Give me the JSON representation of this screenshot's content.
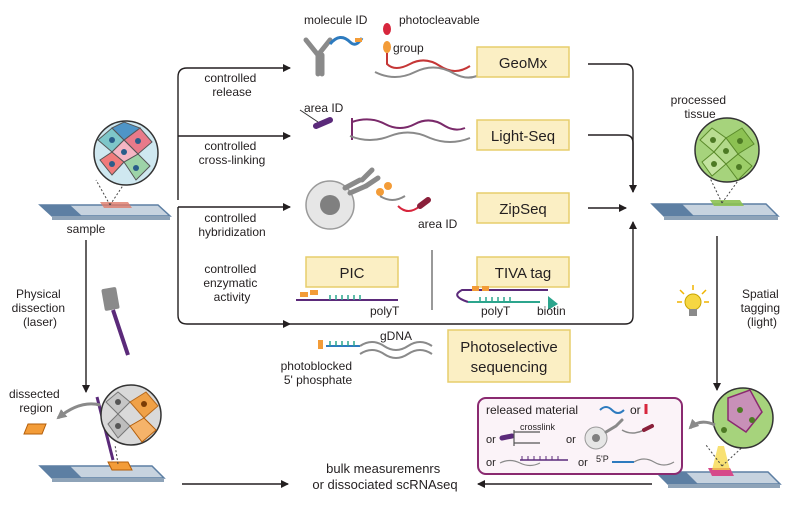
{
  "labels": {
    "molecule_id": "molecule ID",
    "photocleavable": "photocleavable",
    "group": "group",
    "controlled": "controlled",
    "release": "release",
    "area_id_top": "area ID",
    "cross_linking": "cross-linking",
    "area_id_bottom": "area ID",
    "hybridization": "hybridization",
    "enzymatic": "enzymatic",
    "activity": "activity",
    "polyt": "polyT",
    "biotin": "biotin",
    "gdna": "gDNA",
    "photoblocked": "photoblocked",
    "phosphate": "5' phosphate",
    "sample": "sample",
    "physical": "Physical",
    "dissection": "dissection",
    "laser": "(laser)",
    "dissected": "dissected",
    "region": "region",
    "processed": "processed",
    "tissue": "tissue",
    "spatial": "Spatial",
    "tagging": "tagging",
    "light": "(light)",
    "bulk": "bulk measuremenrs",
    "dissociated": "or dissociated scRNAseq",
    "released_material": "released material",
    "or": "or",
    "crosslink": "crosslink",
    "five_p": "5'P"
  },
  "methods": {
    "geomx": "GeoMx",
    "lightseq": "Light-Seq",
    "zipseq": "ZipSeq",
    "pic": "PIC",
    "tiva": "TIVA tag",
    "photosel_1": "Photoselective",
    "photosel_2": "sequencing"
  },
  "colors": {
    "method_box_fill": "#fbefc4",
    "method_box_stroke": "#e7cd6c",
    "released_box_stroke": "#8a2a70",
    "released_box_fill": "#fbf3f8",
    "purple": "#5b2a7a",
    "tissue_green": "#8cc152",
    "orange": "#f39c38",
    "slide_blue": "#5d7fa3"
  }
}
